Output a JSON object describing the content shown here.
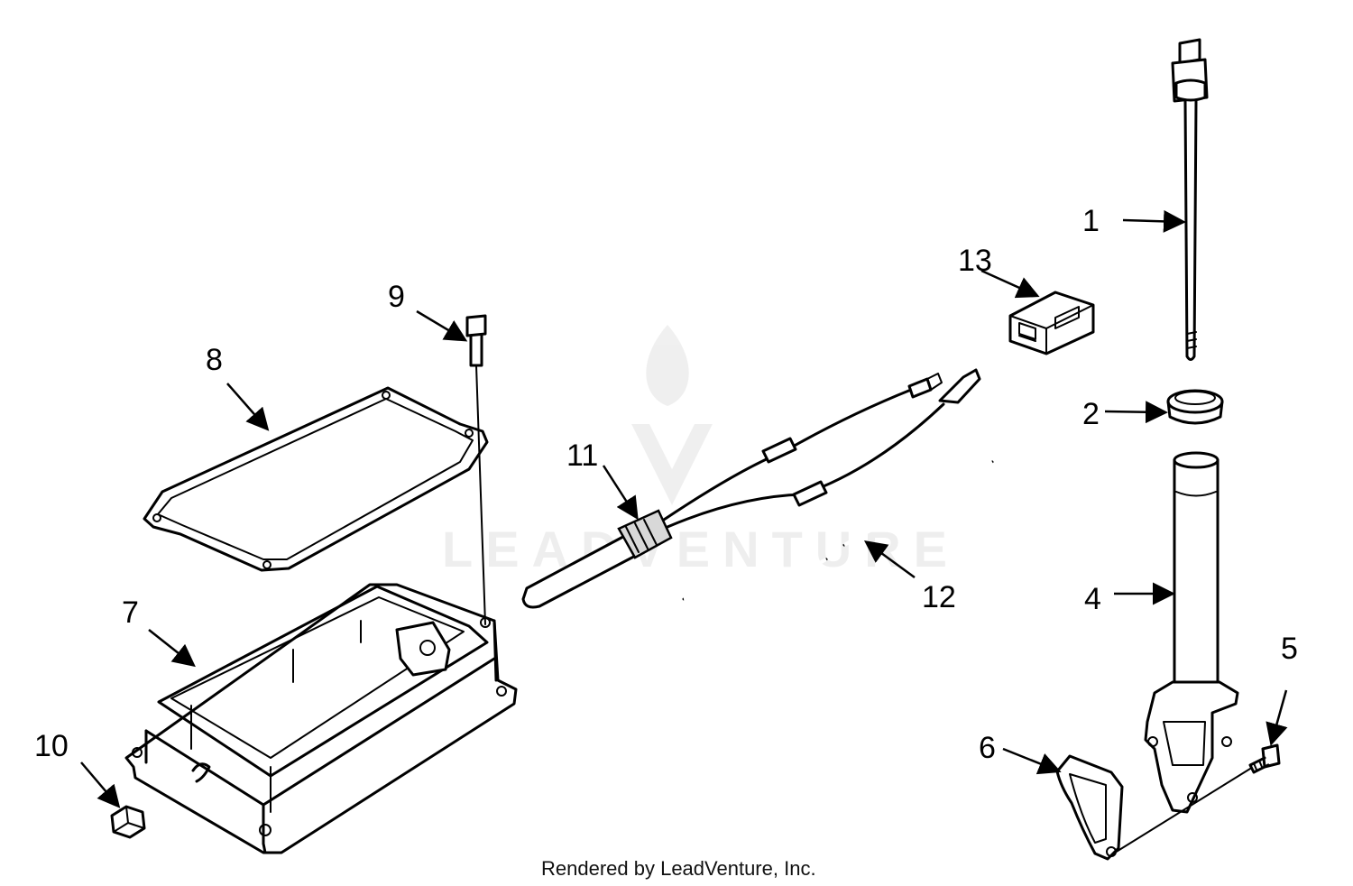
{
  "callouts": {
    "c1": "1",
    "c2": "2",
    "c4": "4",
    "c5": "5",
    "c6": "6",
    "c7": "7",
    "c8": "8",
    "c9": "9",
    "c10": "10",
    "c11": "11",
    "c12": "12",
    "c13": "13"
  },
  "credit": "Rendered by LeadVenture, Inc.",
  "watermark": "LEADVENTURE"
}
